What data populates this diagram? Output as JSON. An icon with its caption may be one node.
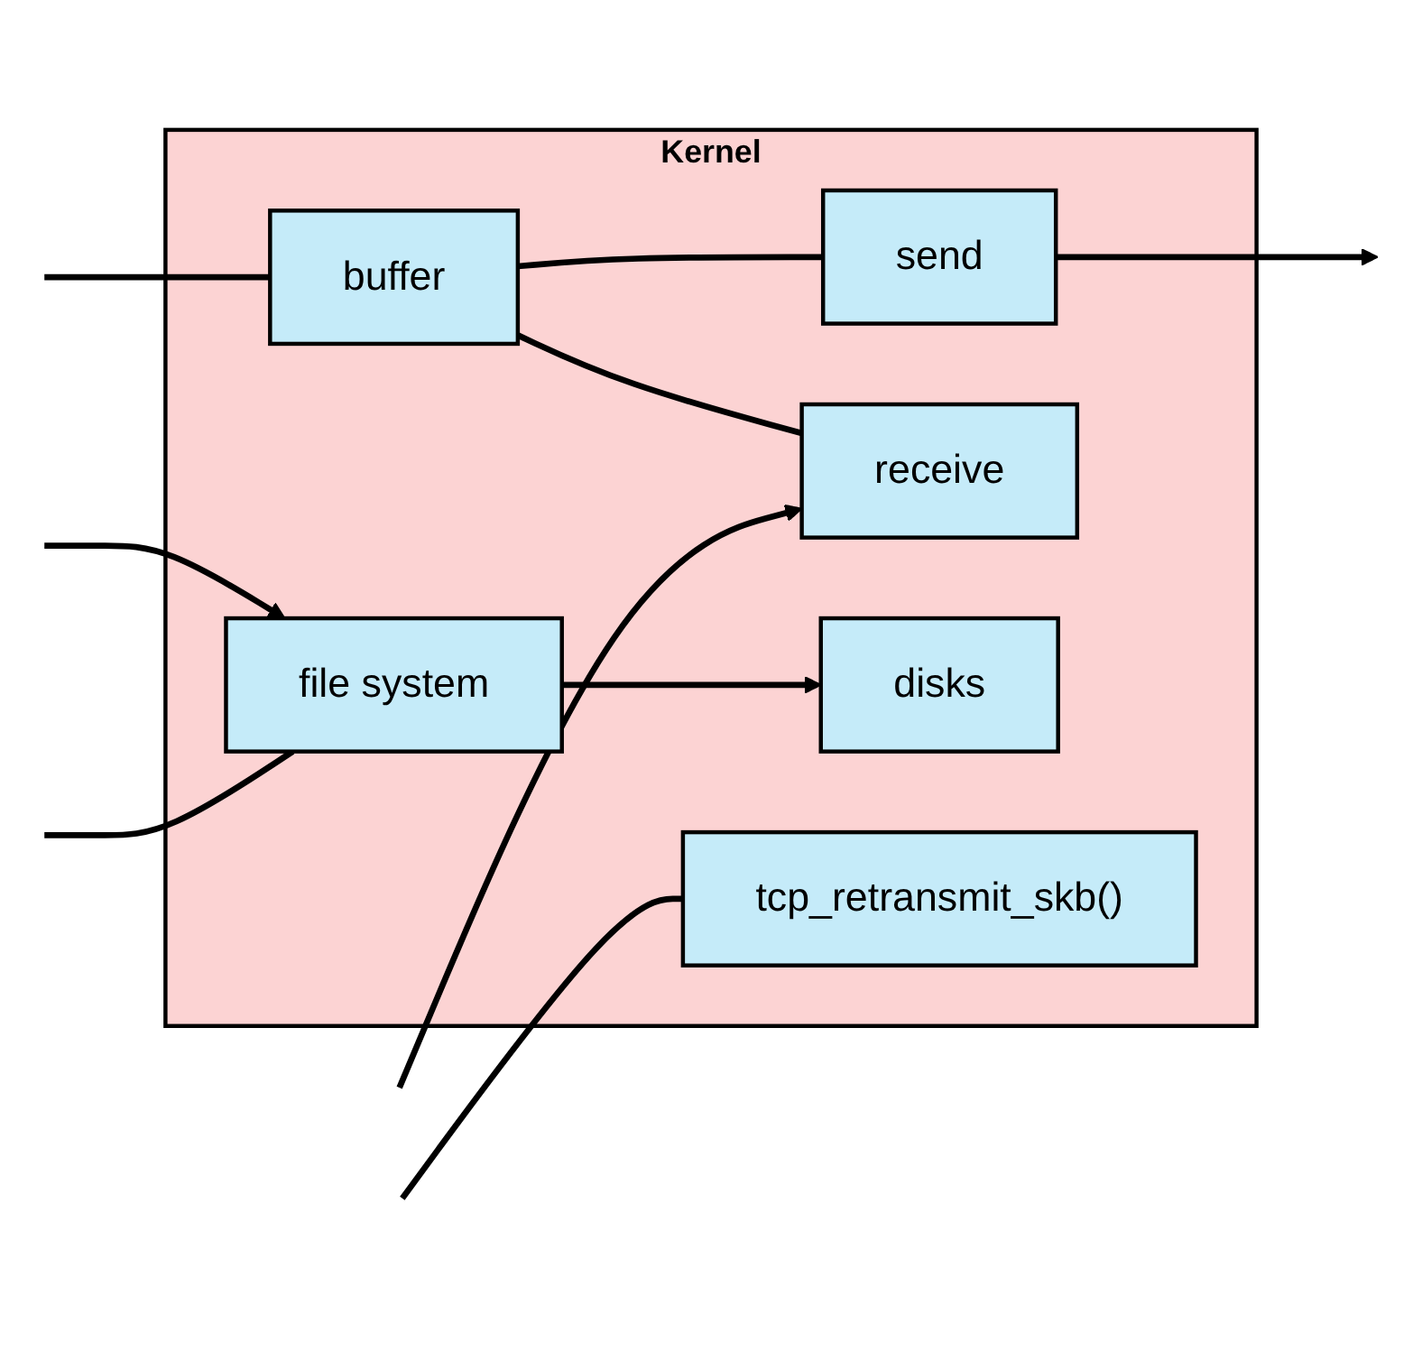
{
  "diagram": {
    "nodes": [
      {
        "text": [
          "Kernel"
        ]
      },
      {
        "text": [
          "buffer"
        ],
        "in": 0
      },
      {
        "text": [
          "send"
        ],
        "in": 0
      },
      {
        "text": [
          "receive"
        ],
        "in": 0
      },
      {
        "text": [
          "file system"
        ],
        "in": 0
      },
      {
        "text": [
          "disks"
        ],
        "in": 0
      },
      {
        "text": [
          "tcp_retransmit_skb()"
        ],
        "in": 0
      }
    ],
    "edges": [
      {
        "from": null,
        "to": 1,
        "arrow": "none"
      },
      {
        "from": 1,
        "to": 2,
        "arrow": "none"
      },
      {
        "from": 1,
        "to": 3,
        "arrow": "none"
      },
      {
        "from": 2,
        "to": null,
        "arrow": "to"
      },
      {
        "from": null,
        "to": 3,
        "arrow": "to"
      },
      {
        "from": null,
        "to": 4,
        "arrow": "to"
      },
      {
        "from": null,
        "to": 4,
        "arrow": "none"
      },
      {
        "from": 4,
        "to": 5,
        "arrow": "to"
      },
      {
        "from": null,
        "to": 6,
        "arrow": "none"
      }
    ]
  }
}
